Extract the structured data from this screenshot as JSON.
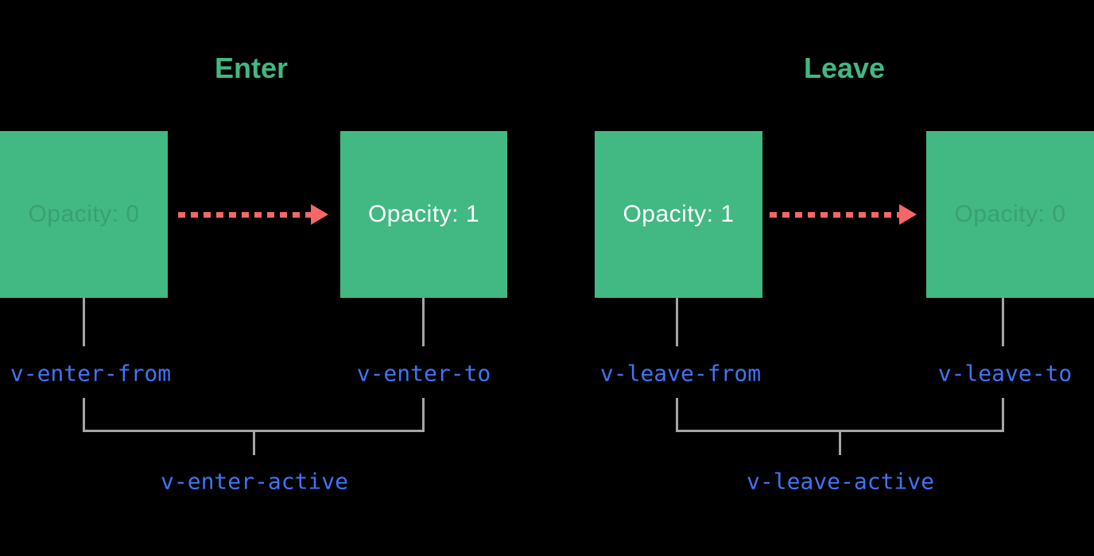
{
  "colors": {
    "background": "#000000",
    "box_green": "#42b883",
    "title_green": "#42b883",
    "arrow_red": "#f66767",
    "class_label_blue": "#4173f5",
    "connector_gray": "#a5a5a5",
    "box_text_white": "#ffffff"
  },
  "enter": {
    "title": "Enter",
    "from_box": {
      "label": "Opacity: 0"
    },
    "to_box": {
      "label": "Opacity: 1"
    },
    "from_class": "v-enter-from",
    "to_class": "v-enter-to",
    "active_class": "v-enter-active"
  },
  "leave": {
    "title": "Leave",
    "from_box": {
      "label": "Opacity: 1"
    },
    "to_box": {
      "label": "Opacity: 0"
    },
    "from_class": "v-leave-from",
    "to_class": "v-leave-to",
    "active_class": "v-leave-active"
  }
}
